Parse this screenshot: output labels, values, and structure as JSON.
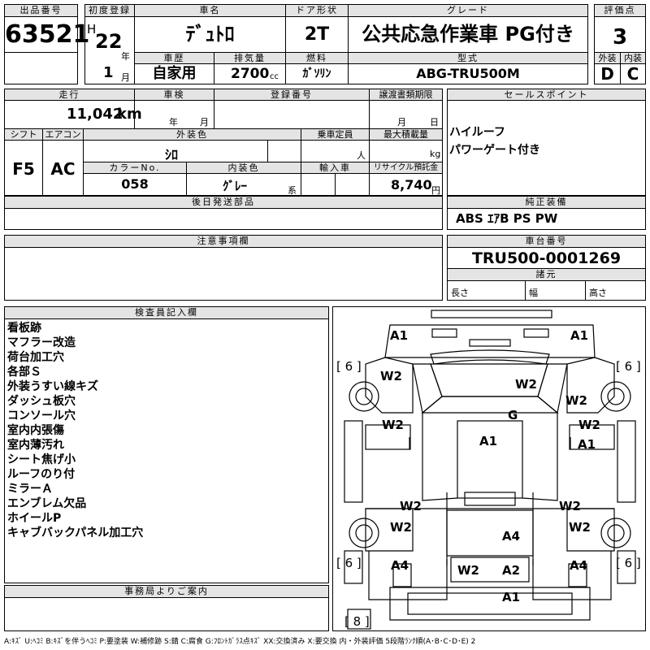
{
  "header": {
    "lot_label": "出品番号",
    "lot_number": "63521",
    "first_reg_label": "初度登録",
    "era": "H",
    "year_num": "22",
    "year_unit": "年",
    "month_num": "1",
    "month_unit": "月",
    "name_label": "車名",
    "name": "ﾃﾞｭﾄﾛ",
    "door_label": "ドア形状",
    "door": "2T",
    "grade_label": "グレード",
    "grade": "公共応急作業車 PG付き",
    "score_label": "評価点",
    "score": "3",
    "history_label": "車歴",
    "history": "自家用",
    "displacement_label": "排気量",
    "displacement": "2700",
    "displacement_unit": "cc",
    "fuel_label": "燃料",
    "fuel": "ｶﾞｿﾘﾝ",
    "model_label": "型式",
    "model": "ABG-TRU500M",
    "ext_label": "外装",
    "ext_grade": "D",
    "int_label": "内装",
    "int_grade": "C"
  },
  "row2": {
    "mileage_label": "走行",
    "mileage": "11,042",
    "mileage_unit": "km",
    "inspection_label": "車検",
    "insp_year_unit": "年",
    "insp_month_unit": "月",
    "reg_label": "登録番号",
    "transfer_label": "譲渡書類期限",
    "transfer_month_unit": "月",
    "transfer_day_unit": "日",
    "shift_label": "シフト",
    "shift": "F5",
    "ac_label": "エアコン",
    "ac": "AC",
    "color_label": "外装色",
    "color": "ｼﾛ",
    "capacity_label": "乗車定員",
    "capacity_unit": "人",
    "load_label": "最大積載量",
    "load_unit": "kg",
    "color_no_label": "カラーNo.",
    "color_no": "058",
    "int_color_label": "内装色",
    "int_color": "ｸﾞﾚｰ",
    "int_color_unit": "系",
    "import_label": "輸入車",
    "recycle_label": "リサイクル預託金",
    "recycle": "8,740",
    "recycle_unit": "円",
    "sales_label": "セールスポイント",
    "sales_points": [
      "ハイルーフ",
      "パワーゲート付き"
    ],
    "later_parts_label": "後日発送部品",
    "options_label": "純正装備",
    "options": "ABS ｴｱB PS PW",
    "notes_label": "注意事項欄",
    "chassis_label": "車台番号",
    "chassis": "TRU500-0001269",
    "dims_label": "諸元",
    "len_label": "長さ",
    "width_label": "幅",
    "height_label": "高さ"
  },
  "inspector": {
    "label": "検査員記入欄",
    "remarks": [
      "看板跡",
      "マフラー改造",
      "荷台加工穴",
      "各部Ｓ",
      "外装うすい線キズ",
      "ダッシュ板穴",
      "コンソール穴",
      "室内内張傷",
      "室内薄汚れ",
      "シート焦げ小",
      "ルーフのり付",
      "ミラーＡ",
      "エンブレム欠品",
      "ホイールP",
      "キャブバックパネル加工穴"
    ]
  },
  "office": {
    "label": "事務局よりご案内"
  },
  "diagram": {
    "tire_left_front": "[ 6 ]",
    "tire_right_front": "[ 6 ]",
    "tire_left_rear": "[ 6 ]",
    "tire_right_rear": "[ 6 ]",
    "spare": "[ 8 ]",
    "marks": {
      "a1_top_left": "A1",
      "a1_top_right": "A1",
      "w2_left_front": "W2",
      "w2_roof": "W2",
      "w2_right_front": "W2",
      "g_windshield": "G",
      "w2_left_door": "W2",
      "w2_right_door": "W2",
      "a1_center": "A1",
      "a1_right_door": "A1",
      "w2_left_side": "W2",
      "w2_right_side": "W2",
      "w2_left_rear": "W2",
      "w2_right_rear": "W2",
      "a4_bed": "A4",
      "a4_left_rear": "A4",
      "a4_right_rear": "A4",
      "w2_rear_panel": "W2",
      "a2_rear_panel": "A2",
      "a1_bumper": "A1"
    }
  },
  "legend": "A:ｷｽﾞ U:ﾍｺﾐ B:ｷｽﾞを伴うﾍｺﾐ P:要塗装 W:補修跡 S:錆 C:腐食 G:ﾌﾛﾝﾄｶﾞﾗｽ点ｷｽﾞ XX:交換済み X:要交換 内・外装評価 5段階ﾗﾝｸ順(A･B･C･D･E) 2"
}
